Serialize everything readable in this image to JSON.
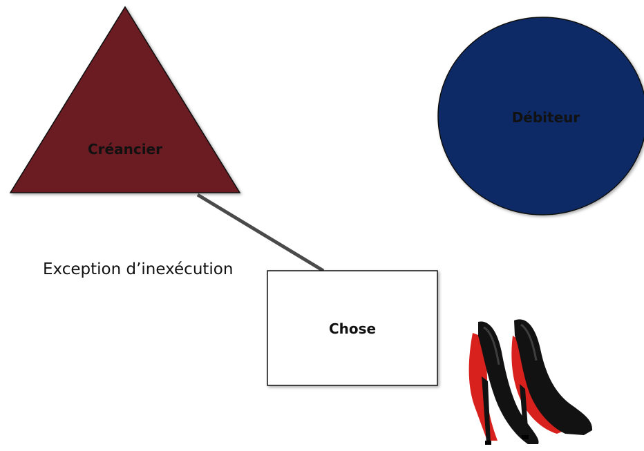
{
  "diagram": {
    "creditor_label": "Créancier",
    "debtor_label": "Débiteur",
    "thing_label": "Chose",
    "exception_label": "Exception d’inexécution"
  },
  "colors": {
    "creditor_fill": "#6b1a22",
    "debtor_fill": "#0d2a66",
    "connector": "#4a4a4a",
    "outline": "#111111",
    "shoe_black": "#121212",
    "shoe_red_sole": "#d8201d"
  },
  "illustration": {
    "icon": "red-sole-high-heels-icon"
  }
}
